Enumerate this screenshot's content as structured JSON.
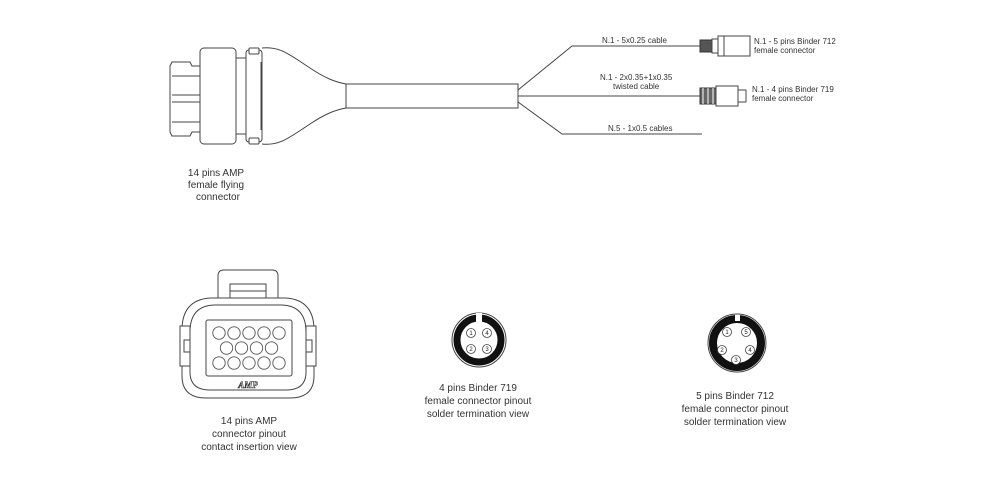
{
  "diagram": {
    "cable_assembly": {
      "main_connector_caption": [
        "14 pins AMP",
        "female flying",
        "connector"
      ],
      "branches": [
        {
          "cable_label": [
            "N.1 - 5x0.25 cable"
          ],
          "connector_label": [
            "N.1 - 5 pins Binder 712",
            "female connector"
          ]
        },
        {
          "cable_label": [
            "N.1 - 2x0.35+1x0.35",
            "twisted cable"
          ],
          "connector_label": [
            "N.1 - 4 pins Binder 719",
            "female connector"
          ]
        },
        {
          "cable_label": [
            "N.5 - 1x0.5 cables"
          ],
          "connector_label": []
        }
      ]
    },
    "pinouts": [
      {
        "id": "amp14",
        "logo": "AMP",
        "pin_count": 14,
        "rows": [
          5,
          4,
          5
        ],
        "caption": [
          "14 pins AMP",
          "connector pinout",
          "contact insertion view"
        ]
      },
      {
        "id": "binder719",
        "pins": [
          "1",
          "4",
          "2",
          "3"
        ],
        "caption": [
          "4 pins Binder 719",
          "female connector pinout",
          "solder termination view"
        ]
      },
      {
        "id": "binder712",
        "pins": [
          "1",
          "5",
          "2",
          "4",
          "3"
        ],
        "caption": [
          "5 pins Binder 712",
          "female connector pinout",
          "solder termination view"
        ]
      }
    ]
  }
}
